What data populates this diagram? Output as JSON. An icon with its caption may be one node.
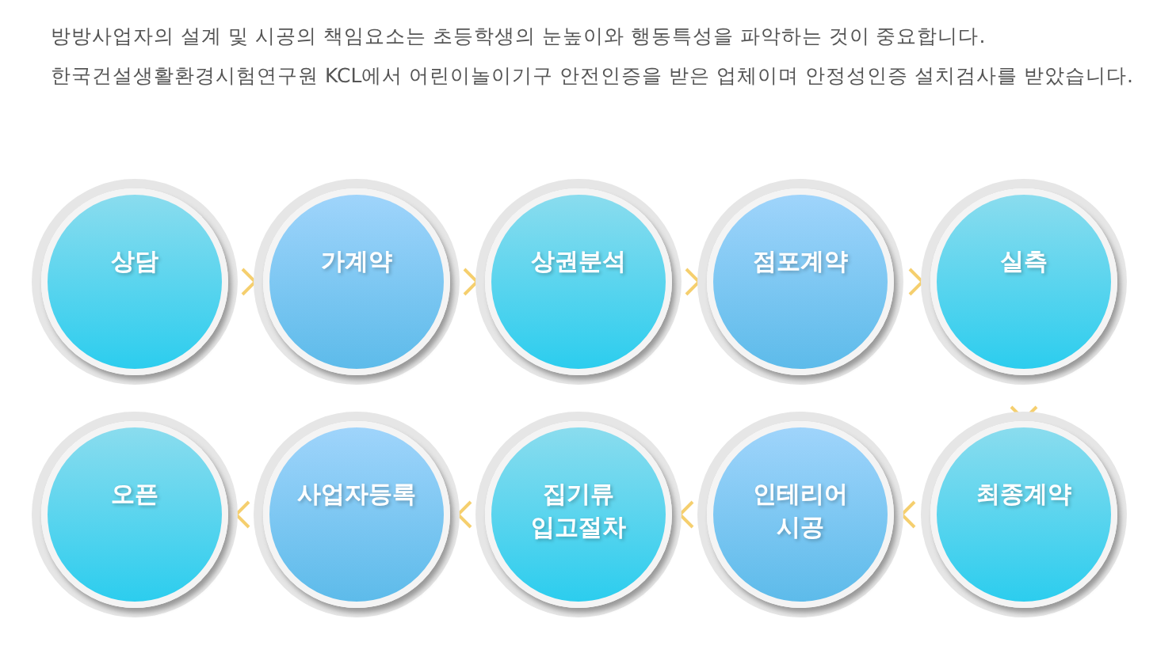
{
  "diagram": {
    "labels": [
      "방방사업자의 설계 및 시공의 책임요소는 초등학생의 눈높이와 행동특성을 파악하는 것이 중요합니다. 한국건설생활환경시험연구원 KCL에서 어린이놀이기구 안전인증을 받은 업체이며 안정성인증 설치검사를 받았습니다."
    ],
    "nodes": [
      {
        "text": [
          "상담"
        ]
      },
      {
        "text": [
          "가계약"
        ]
      },
      {
        "text": [
          "상권분석"
        ]
      },
      {
        "text": [
          "점포계약"
        ]
      },
      {
        "text": [
          "실측"
        ]
      },
      {
        "text": [
          "최종계약"
        ]
      },
      {
        "text": [
          "인테리어 시공"
        ]
      },
      {
        "text": [
          "집기류 입고절차"
        ]
      },
      {
        "text": [
          "사업자등록"
        ]
      },
      {
        "text": [
          "오픈"
        ]
      }
    ],
    "edges": [
      {
        "from": 0,
        "to": 1,
        "arrow": "to"
      },
      {
        "from": 1,
        "to": 2,
        "arrow": "to"
      },
      {
        "from": 2,
        "to": 3,
        "arrow": "to"
      },
      {
        "from": 3,
        "to": 4,
        "arrow": "to"
      },
      {
        "from": 4,
        "to": 5,
        "arrow": "to"
      },
      {
        "from": 5,
        "to": 6,
        "arrow": "to"
      },
      {
        "from": 6,
        "to": 7,
        "arrow": "to"
      },
      {
        "from": 7,
        "to": 8,
        "arrow": "to"
      },
      {
        "from": 8,
        "to": 9,
        "arrow": "to"
      }
    ]
  }
}
